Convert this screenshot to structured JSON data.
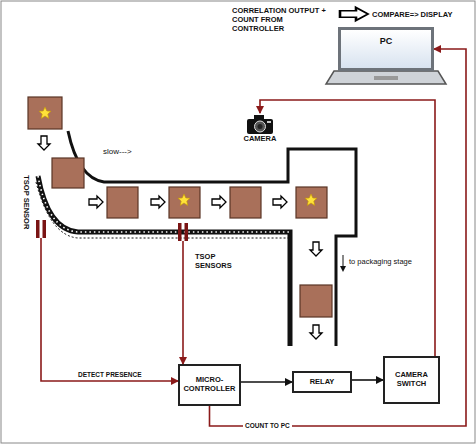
{
  "diagram": {
    "nodes": [
      {
        "text": [
          "PC"
        ]
      },
      {
        "text": [
          "CAMERA"
        ]
      },
      {
        "text": [
          "TSOP SENSOR"
        ]
      },
      {
        "text": [
          "TSOP SENSORS"
        ]
      },
      {
        "text": [
          "MICRO-CONTROLLER"
        ]
      },
      {
        "text": [
          "RELAY"
        ]
      },
      {
        "text": [
          "CAMERA SWITCH"
        ]
      }
    ],
    "edges": [
      {
        "from": 2,
        "to": 4,
        "label": "DETECT PRESENCE",
        "arrow": "to"
      },
      {
        "from": 3,
        "to": 4,
        "arrow": "to"
      },
      {
        "from": 4,
        "to": 5,
        "arrow": "to"
      },
      {
        "from": 5,
        "to": 6,
        "arrow": "to"
      },
      {
        "from": 6,
        "to": 1,
        "arrow": "to"
      },
      {
        "from": 4,
        "to": 0,
        "label": "COUNT TO PC",
        "arrow": "to"
      }
    ],
    "labels": [
      "CORRELATION OUTPUT + COUNT FROM CONTROLLER",
      "COMPARE=> DISPLAY",
      "slow--->",
      "to packaging stage"
    ]
  }
}
